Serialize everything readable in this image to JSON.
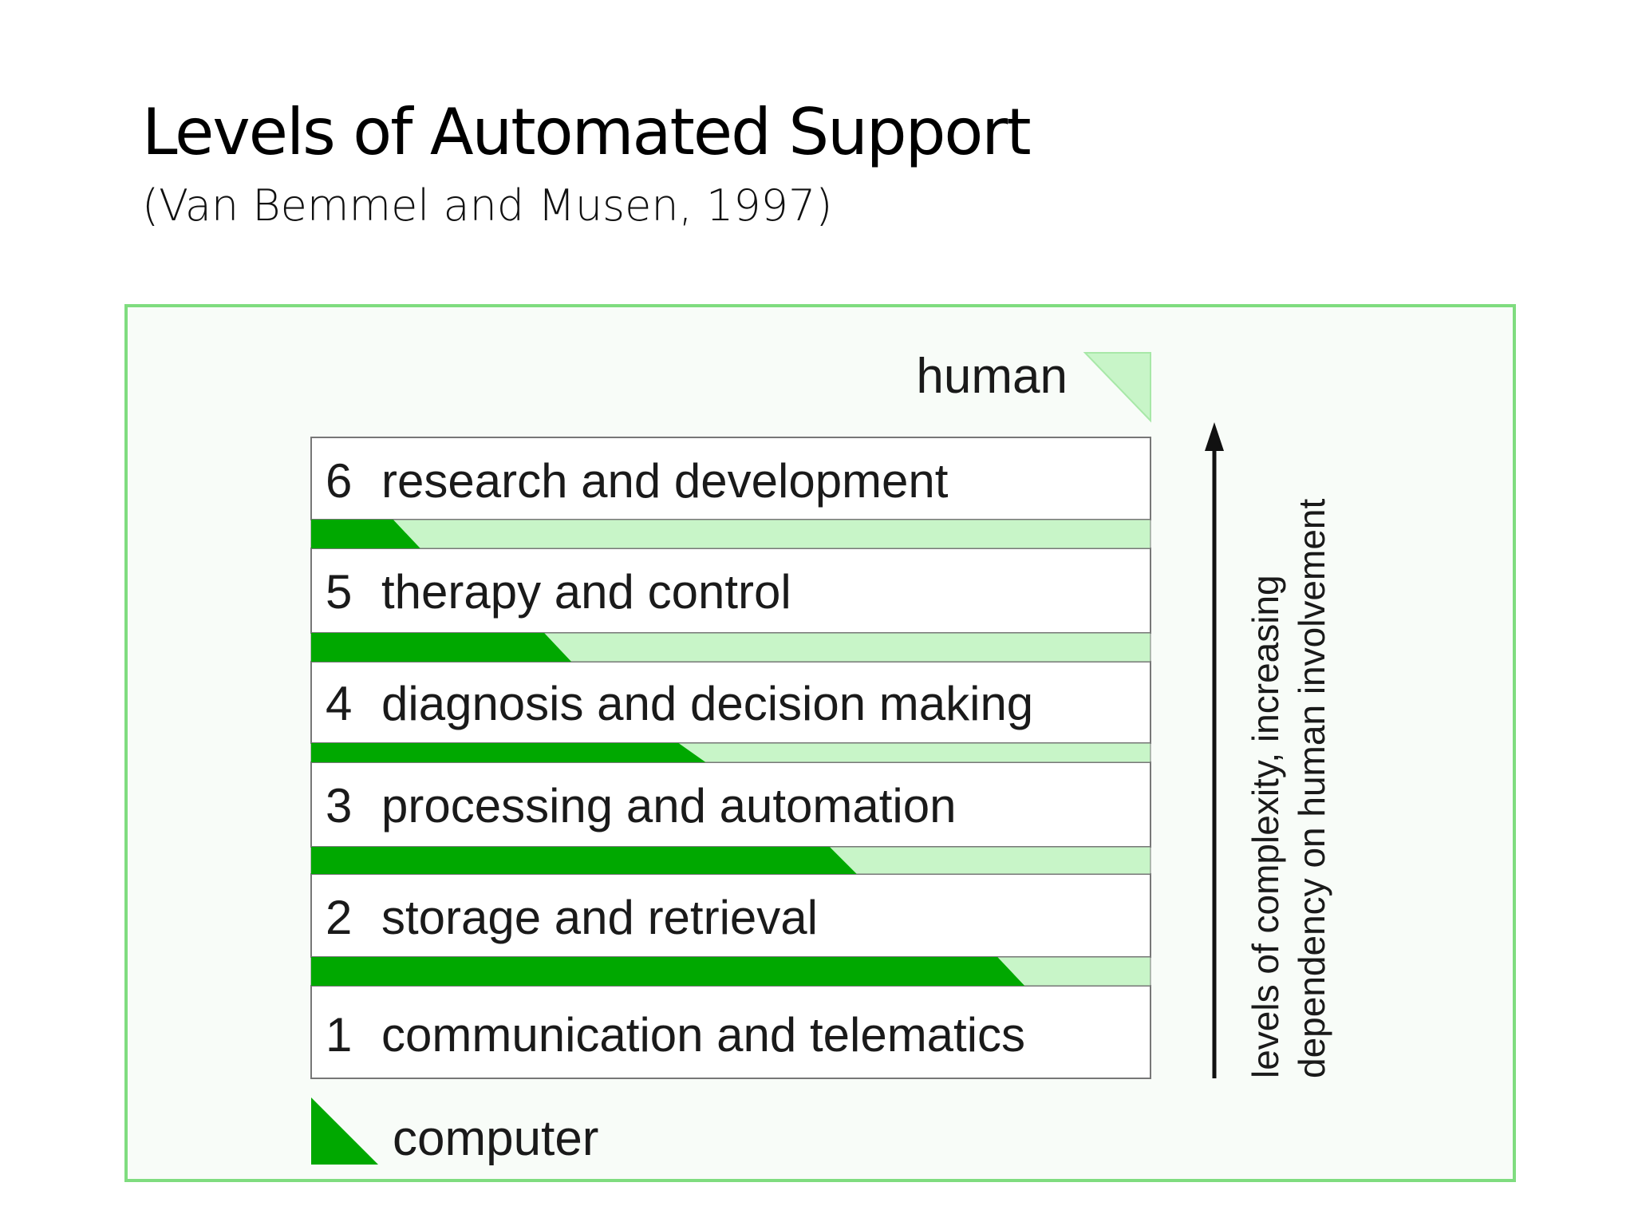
{
  "slide": {
    "title": "Levels of Automated Support",
    "subtitle": "(Van Bemmel and Musen, 1997)"
  },
  "diagram": {
    "top_label": "human",
    "bottom_label": "computer",
    "axis_label_line1": "levels of complexity, increasing",
    "axis_label_line2": "dependency on human involvement",
    "levels": [
      {
        "number": "6",
        "label": "research and development"
      },
      {
        "number": "5",
        "label": "therapy and control"
      },
      {
        "number": "4",
        "label": "diagnosis and decision making"
      },
      {
        "number": "3",
        "label": "processing and automation"
      },
      {
        "number": "2",
        "label": "storage and retrieval"
      },
      {
        "number": "1",
        "label": "communication and telematics"
      }
    ],
    "computer_share_between_levels": [
      0.13,
      0.31,
      0.47,
      0.65,
      0.85
    ],
    "colors": {
      "computer": "#00a800",
      "human": "#c8f5c8",
      "frame": "#7fdc7f",
      "box_border": "#777777"
    }
  }
}
